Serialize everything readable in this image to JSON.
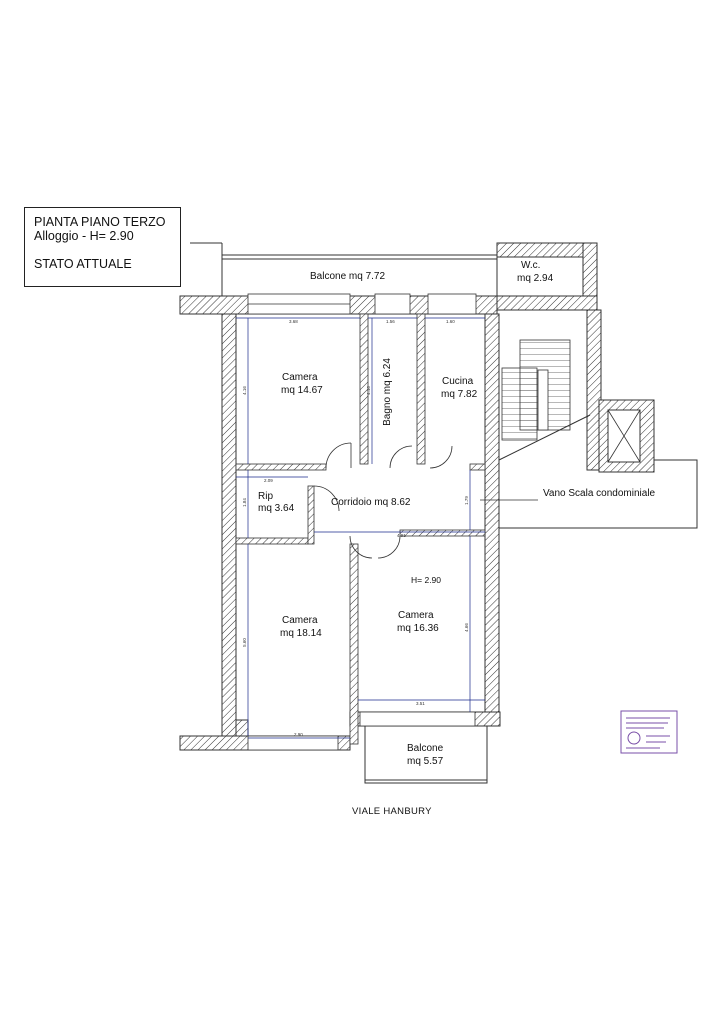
{
  "title_block": {
    "line1": "PIANTA PIANO TERZO",
    "line2": "Alloggio  - H= 2.90",
    "line3": "STATO ATTUALE"
  },
  "rooms": {
    "balcone_top": "Balcone mq 7.72",
    "wc_name": "W.c.",
    "wc_area": "mq 2.94",
    "camera1_name": "Camera",
    "camera1_area": "mq 14.67",
    "bagno": "Bagno mq 6.24",
    "cucina_name": "Cucina",
    "cucina_area": "mq 7.82",
    "rip_name": "Rip",
    "rip_area": "mq 3.64",
    "corridoio": "Corridoio mq 8.62",
    "vano_scala": "Vano Scala condominiale",
    "height_note": "H= 2.90",
    "camera2_name": "Camera",
    "camera2_area": "mq 18.14",
    "camera3_name": "Camera",
    "camera3_area": "mq 16.36",
    "balcone_bottom_name": "Balcone",
    "balcone_bottom_area": "mq 5.57"
  },
  "street": "VIALE HANBURY",
  "dimensions": {
    "d1": "3.68",
    "d2": "1.56",
    "d3": "1.60",
    "d4": "2.09",
    "d5": "4.91",
    "d6": "3.51",
    "d7": "2.90",
    "v1": "4.16",
    "v2": "4.16",
    "v3": "1.84",
    "v4": "1.79",
    "v5": "5.60",
    "v6": "4.66"
  },
  "colors": {
    "wall_hatch": "#333333",
    "dimension_line": "#1a2a8c",
    "stamp": "#7a4fa8"
  }
}
